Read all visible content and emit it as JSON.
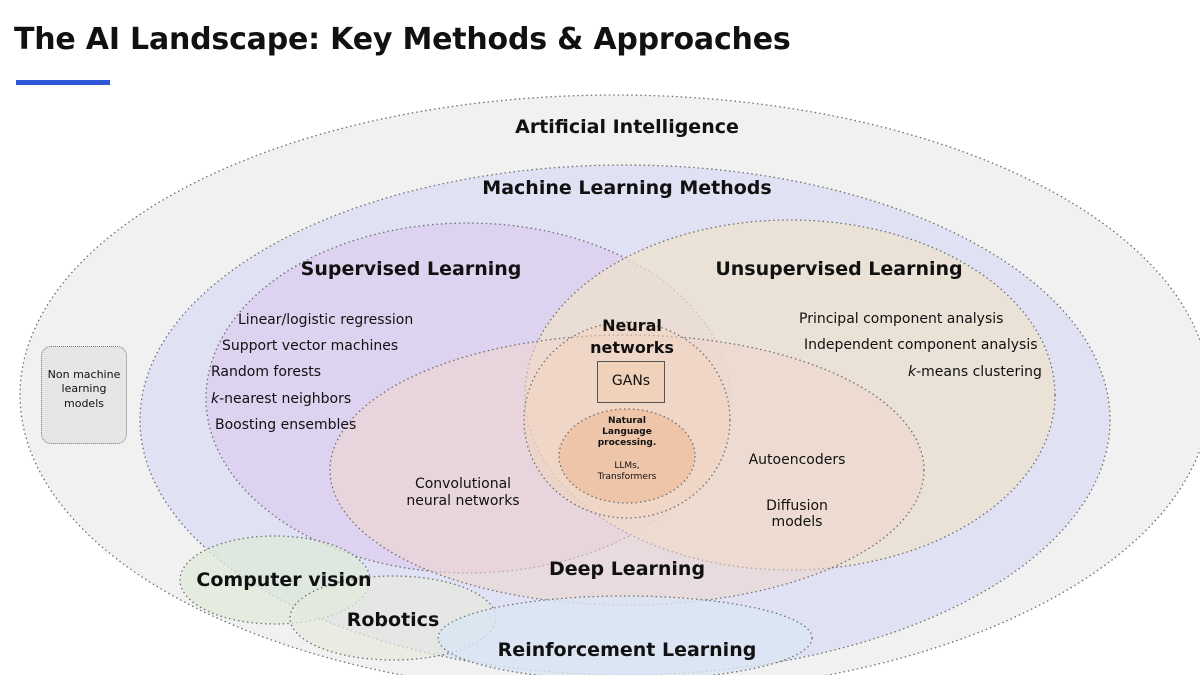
{
  "title": "The AI Landscape: Key Methods & Approaches",
  "colors": {
    "accent_underline": "#2f56d6",
    "ai": "#f1f1f1",
    "ml": "#e0e2f4",
    "supervised": "#ddd0f0",
    "unsupervised": "#ede0ce",
    "neural": "#f2d3bd",
    "deep": "#efd5cc",
    "nlp": "#efc2a4",
    "computer_vision": "#dfe9da",
    "robotics": "#e5eadd",
    "reinforcement": "#d9e6f3"
  },
  "diagram": {
    "ai_label": "Artificial Intelligence",
    "ml_label": "Machine Learning Methods",
    "supervised": {
      "label": "Supervised Learning",
      "items": [
        "Linear/logistic regression",
        "Support vector machines",
        "Random forests",
        "k-nearest neighbors",
        "Boosting ensembles"
      ]
    },
    "unsupervised": {
      "label": "Unsupervised Learning",
      "items": [
        "Principal component analysis",
        "Independent component analysis",
        "k-means clustering"
      ]
    },
    "neural": {
      "label_line1": "Neural",
      "label_line2": "networks"
    },
    "gans": "GANs",
    "nlp": {
      "line1": "Natural",
      "line2": "Language",
      "line3": "processing.",
      "line4": "LLMs,",
      "line5": "Transformers"
    },
    "deep_label": "Deep Learning",
    "cnn": {
      "line1": "Convolutional",
      "line2": "neural networks"
    },
    "autoencoders": "Autoencoders",
    "diffusion": {
      "line1": "Diffusion",
      "line2": "models"
    },
    "non_ml": "Non machine learning models",
    "computer_vision": "Computer vision",
    "robotics": "Robotics",
    "reinforcement": "Reinforcement Learning"
  }
}
